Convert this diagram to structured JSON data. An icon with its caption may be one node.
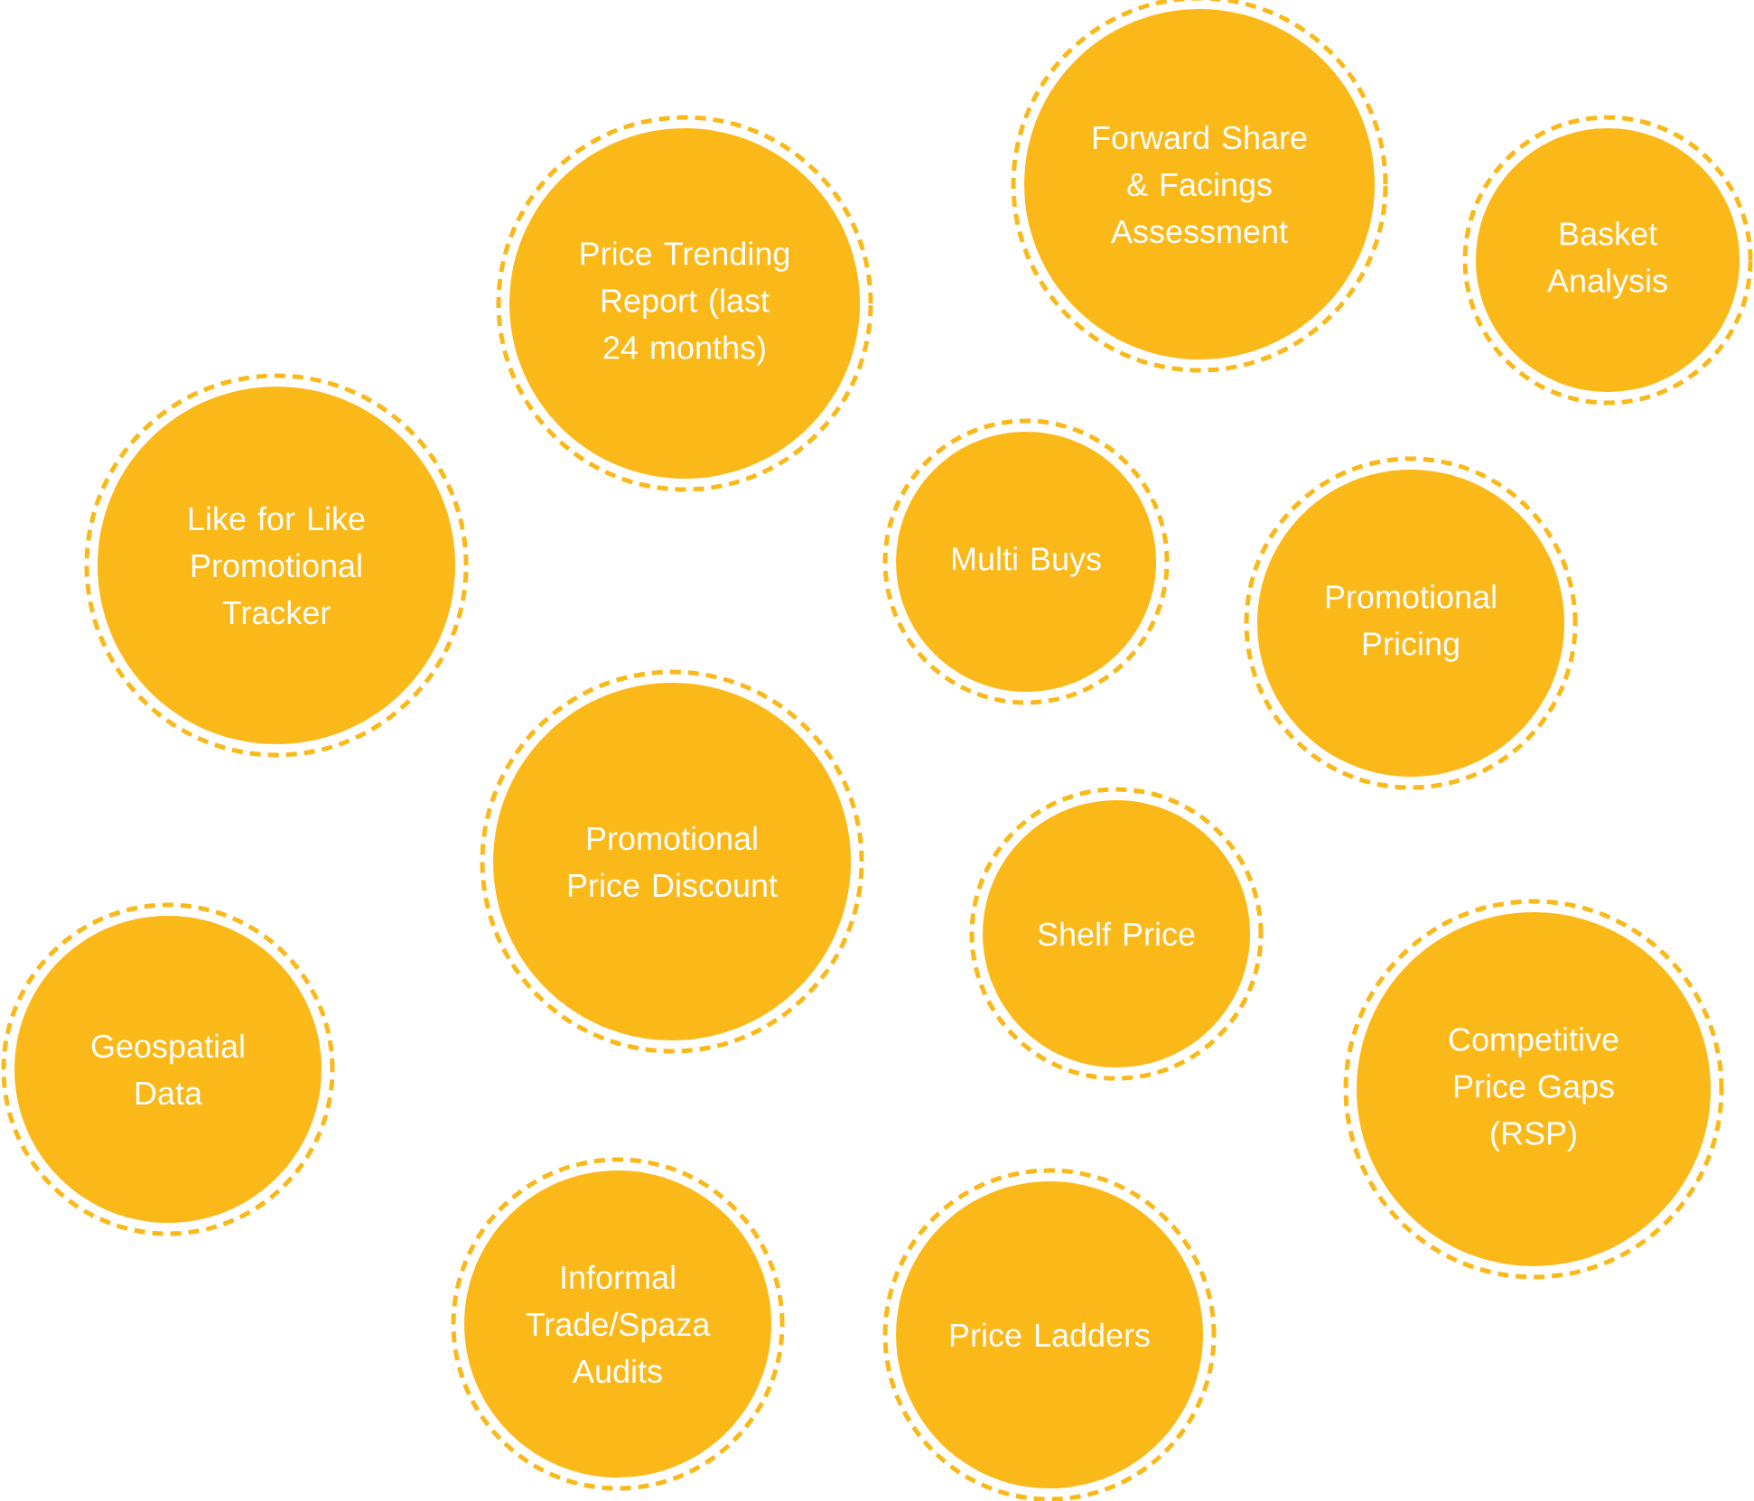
{
  "diagram": {
    "nodes": [
      {
        "text": [
          "Price Trending Report (last 24 months)"
        ]
      },
      {
        "text": [
          "Forward Share & Facings Assessment"
        ]
      },
      {
        "text": [
          "Basket Analysis"
        ]
      },
      {
        "text": [
          "Like for Like Promotional Tracker"
        ]
      },
      {
        "text": [
          "Multi Buys"
        ]
      },
      {
        "text": [
          "Promotional Pricing"
        ]
      },
      {
        "text": [
          "Promotional Price Discount"
        ]
      },
      {
        "text": [
          "Shelf Price"
        ]
      },
      {
        "text": [
          "Geospatial Data"
        ]
      },
      {
        "text": [
          "Competitive Price Gaps (RSP)"
        ]
      },
      {
        "text": [
          "Informal Trade/Spaza Audits"
        ]
      },
      {
        "text": [
          "Price Ladders"
        ]
      }
    ]
  }
}
